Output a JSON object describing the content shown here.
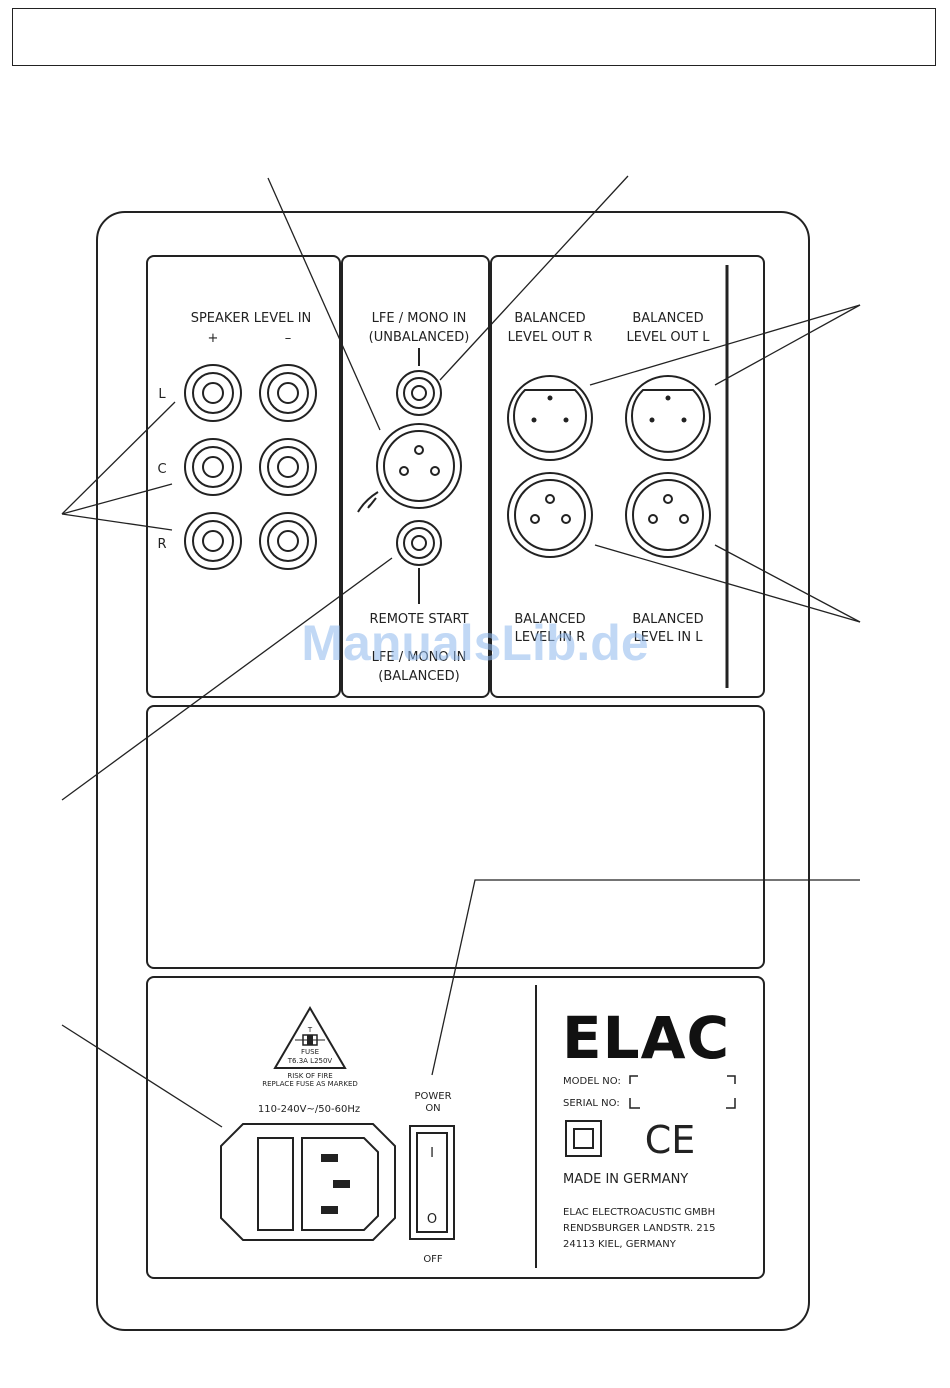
{
  "panel": {
    "speaker_level_in": "SPEAKER LEVEL IN",
    "plus": "+",
    "minus": "–",
    "ch_l": "L",
    "ch_c": "C",
    "ch_r": "R",
    "lfe_unbalanced_1": "LFE / MONO IN",
    "lfe_unbalanced_2": "(UNBALANCED)",
    "remote_start": "REMOTE START",
    "lfe_balanced_1": "LFE / MONO IN",
    "lfe_balanced_2": "(BALANCED)",
    "bal_out_r_1": "BALANCED",
    "bal_out_r_2": "LEVEL OUT R",
    "bal_out_l_1": "BALANCED",
    "bal_out_l_2": "LEVEL OUT L",
    "bal_in_r_1": "BALANCED",
    "bal_in_r_2": "LEVEL IN R",
    "bal_in_l_1": "BALANCED",
    "bal_in_l_2": "LEVEL IN L",
    "fuse_t": "T",
    "fuse_label": "FUSE",
    "fuse_rating": "T6.3A L250V",
    "risk_1": "RISK OF FIRE",
    "risk_2": "REPLACE FUSE AS MARKED",
    "voltage": "110-240V~/50-60Hz",
    "power_1": "POWER",
    "power_2": "ON",
    "off": "OFF",
    "switch_i": "I",
    "switch_o": "O",
    "brand": "ELAC",
    "model_no": "MODEL NO:",
    "serial_no": "SERIAL NO:",
    "ce_mark": "CE",
    "made_in": "MADE IN GERMANY",
    "addr_1": "ELAC ELECTROACUSTIC GMBH",
    "addr_2": "RENDSBURGER LANDSTR. 215",
    "addr_3": "24113 KIEL, GERMANY"
  },
  "watermark": "ManualsLib.de"
}
